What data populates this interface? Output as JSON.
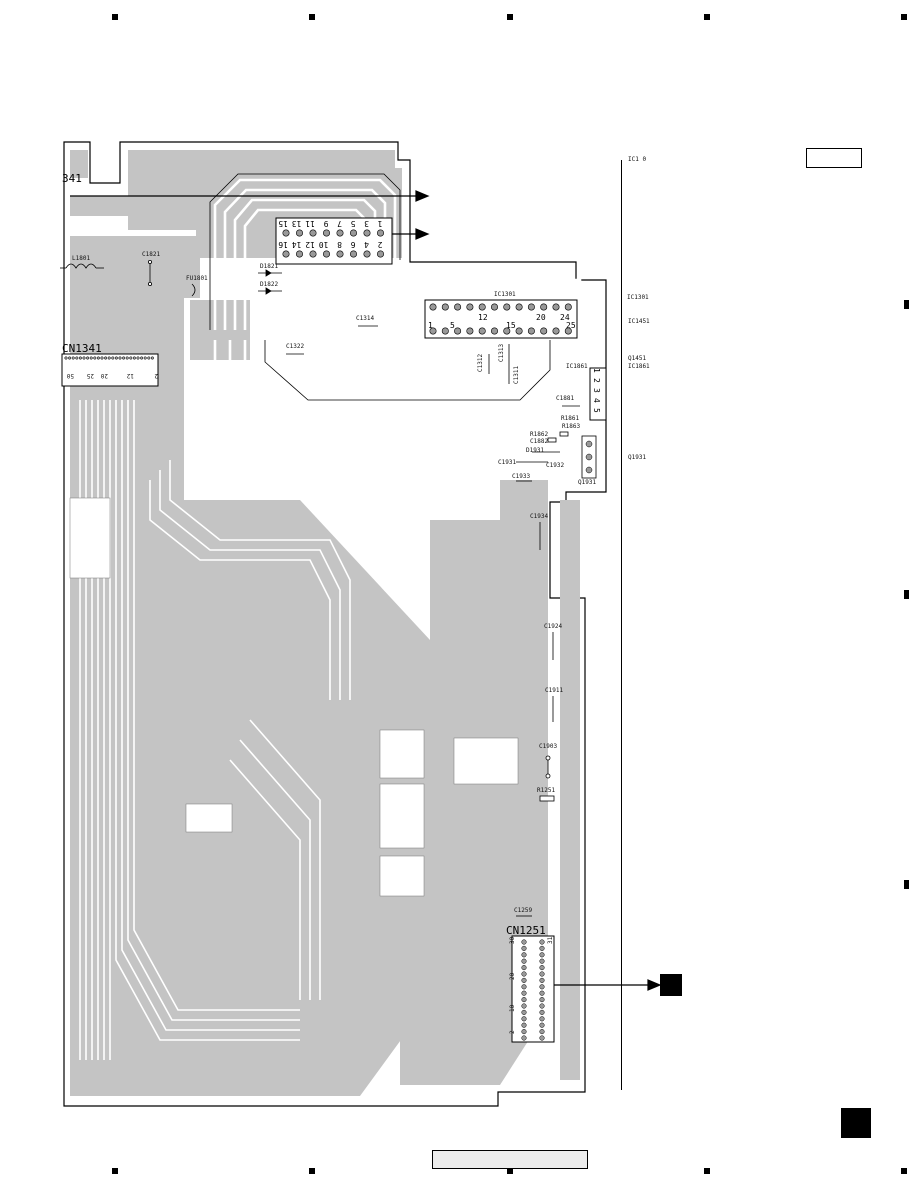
{
  "board": {
    "connectors": {
      "cn1341": "CN1341",
      "cn1251": "CN1251",
      "cn_top_partial": "341"
    },
    "parts": {
      "l1801": "L1801",
      "c1821": "C1821",
      "fu1801": "FU1801",
      "d1821": "D1821",
      "d1822": "D1822",
      "c1314": "C1314",
      "c1322": "C1322",
      "ic1301": "IC1301",
      "c1312": "C1312",
      "c1313": "C1313",
      "c1311": "C1311",
      "ic1861": "IC1861",
      "c1881": "C1881",
      "r1861": "R1861",
      "r1863": "R1863",
      "r1862": "R1862",
      "c1882": "C1882",
      "d1931": "D1931",
      "c1931": "C1931",
      "c1932": "C1932",
      "q1931": "Q1931",
      "c1933": "C1933",
      "c1934": "C1934",
      "c1924": "C1924",
      "c1911": "C1911",
      "c1903": "C1903",
      "r1251": "R1251",
      "c1259": "C1259"
    },
    "ic1301_pins": {
      "p1": "1",
      "p5": "5",
      "p12": "12",
      "p15": "15",
      "p20": "20",
      "p24": "24",
      "p25": "25"
    },
    "ic1861_pins": [
      "1",
      "2",
      "3",
      "4",
      "5"
    ],
    "top_connector_pins_top": [
      "15",
      "13",
      "11",
      "9",
      "7",
      "5",
      "3",
      "1"
    ],
    "top_connector_pins_bottom": [
      "16",
      "14",
      "12",
      "10",
      "8",
      "6",
      "4",
      "2"
    ],
    "cn1341_pins": [
      "50",
      "25",
      "20",
      "12",
      "2"
    ],
    "cn1251_pins": [
      "30",
      "31",
      "20",
      "10",
      "2"
    ]
  },
  "reference_list": {
    "ic_top": "IC1 0",
    "ic1301": "IC1301",
    "ic1451": "IC1451",
    "q1451": "Q1451",
    "ic1861": "IC1861",
    "q1931": "Q1931"
  }
}
